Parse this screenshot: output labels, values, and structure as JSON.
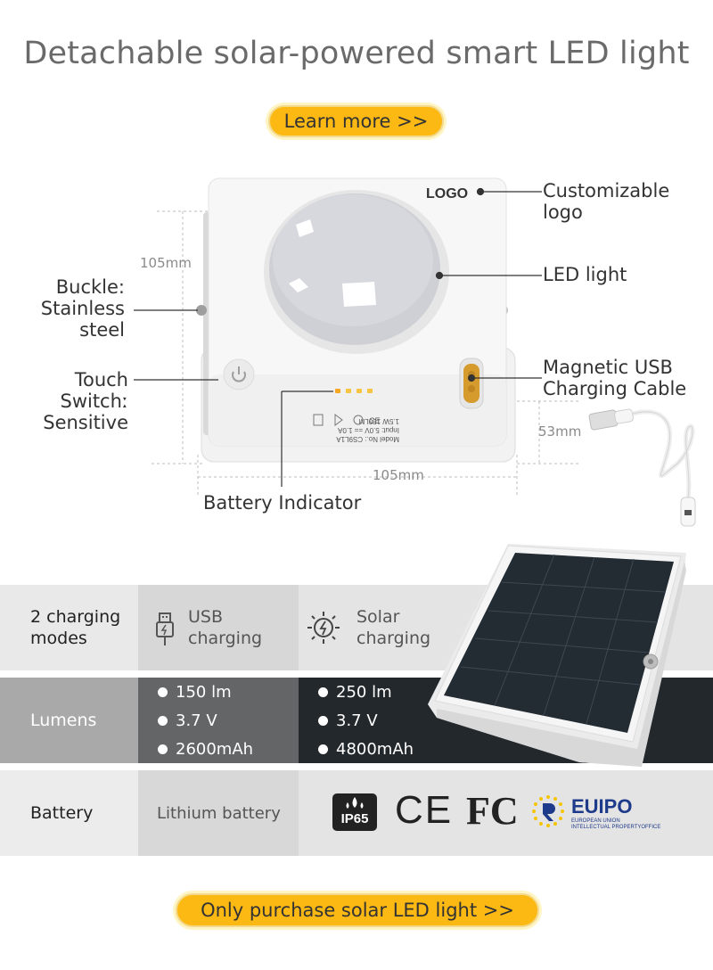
{
  "header": {
    "title": "Detachable solar-powered smart LED light",
    "learn_more": "Learn more >>"
  },
  "product": {
    "logo_text": "LOGO",
    "dim_height": "105mm",
    "dim_width": "105mm",
    "dim_depth": "53mm",
    "label_model": "Model No.: CS9L1A",
    "label_input": "Input: 5.0V == 1.0A",
    "label_power": "1.5W  150LM",
    "callouts": {
      "logo_1": "Customizable",
      "logo_2": "logo",
      "led": "LED light",
      "usb_1": "Magnetic USB",
      "usb_2": "Charging Cable",
      "buckle_1": "Buckle:",
      "buckle_2": "Stainless",
      "buckle_3": "steel",
      "touch_1": "Touch",
      "touch_2": "Switchː",
      "touch_3": "Sensitive",
      "battery": "Battery Indicator"
    }
  },
  "specs": {
    "charging": {
      "head_1": "2 charging",
      "head_2": "modes",
      "usb_1": "USB",
      "usb_2": "charging",
      "solar_1": "Solar",
      "solar_2": "charging"
    },
    "lumens": {
      "head": "Lumens",
      "small": [
        "150 lm",
        "3.7 V",
        "2600mAh"
      ],
      "large": [
        "250 lm",
        "3.7 V",
        "4800mAh"
      ]
    },
    "battery": {
      "head": "Battery",
      "type": "Lithium battery",
      "certs": {
        "ip": "IP65",
        "ce": "CE",
        "fc": "FC",
        "euipo_1": "EUIPO",
        "euipo_2": "EUROPEAN UNION",
        "euipo_3": "INTELLECTUAL PROPERTYOFFICE"
      }
    }
  },
  "footer": {
    "buy": "Only purchase solar LED light >>"
  },
  "colors": {
    "accent": "#fdb913",
    "dark_row": "#23282c",
    "mid_row": "#636566"
  }
}
